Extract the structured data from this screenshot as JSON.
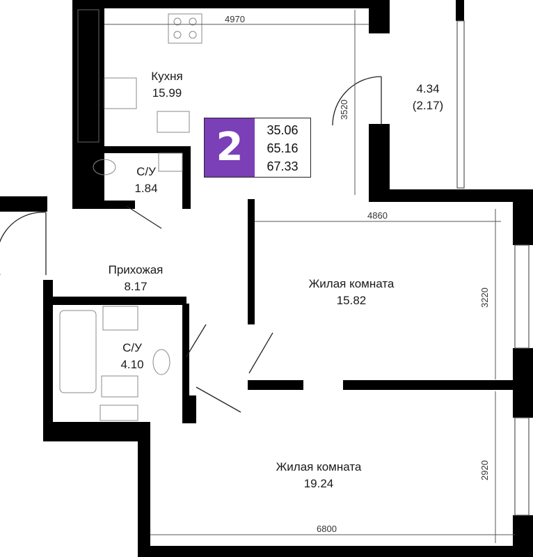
{
  "summary": {
    "rooms_count": "2",
    "areas": [
      "35.06",
      "65.16",
      "67.33"
    ],
    "accent_color": "#7b3fb8"
  },
  "rooms": {
    "kitchen": {
      "name": "Кухня",
      "area": "15.99"
    },
    "bathroom_small": {
      "name": "С/У",
      "area": "1.84"
    },
    "hallway": {
      "name": "Прихожая",
      "area": "8.17"
    },
    "bathroom_large": {
      "name": "С/У",
      "area": "4.10"
    },
    "balcony": {
      "name": "",
      "area": "4.34",
      "area_reduced": "(2.17)"
    },
    "living_room_1": {
      "name": "Жилая комната",
      "area": "15.82"
    },
    "living_room_2": {
      "name": "Жилая комната",
      "area": "19.24"
    }
  },
  "dimensions": {
    "kitchen_width": "4970",
    "kitchen_depth": "3520",
    "living1_width": "4860",
    "living1_depth": "3220",
    "living2_width": "6800",
    "living2_depth": "2920"
  }
}
